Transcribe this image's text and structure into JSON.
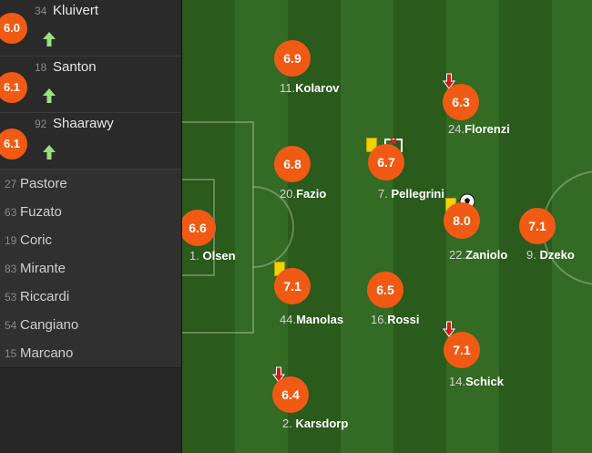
{
  "substitutes": [
    {
      "rating": "6.0",
      "number": "34",
      "name": "Kluivert"
    },
    {
      "rating": "6.1",
      "number": "18",
      "name": "Santon"
    },
    {
      "rating": "6.1",
      "number": "92",
      "name": "Shaarawy"
    }
  ],
  "bench": [
    {
      "number": "27",
      "name": "Pastore"
    },
    {
      "number": "63",
      "name": "Fuzato"
    },
    {
      "number": "19",
      "name": "Coric"
    },
    {
      "number": "83",
      "name": "Mirante"
    },
    {
      "number": "53",
      "name": "Riccardi"
    },
    {
      "number": "54",
      "name": "Cangiano"
    },
    {
      "number": "15",
      "name": "Marcano"
    }
  ],
  "players": {
    "olsen": {
      "rating": "6.6",
      "number": "1.",
      "name": "Olsen"
    },
    "kolarov": {
      "rating": "6.9",
      "number": "11.",
      "name": "Kolarov"
    },
    "fazio": {
      "rating": "6.8",
      "number": "20.",
      "name": "Fazio"
    },
    "manolas": {
      "rating": "7.1",
      "number": "44.",
      "name": "Manolas"
    },
    "karsdorp": {
      "rating": "6.4",
      "number": "2.",
      "name": "Karsdorp"
    },
    "pellegrini": {
      "rating": "6.7",
      "number": "7.",
      "name": "Pellegrini"
    },
    "rossi": {
      "rating": "6.5",
      "number": "16.",
      "name": "Rossi"
    },
    "florenzi": {
      "rating": "6.3",
      "number": "24.",
      "name": "Florenzi"
    },
    "zaniolo": {
      "rating": "8.0",
      "number": "22.",
      "name": "Zaniolo"
    },
    "schick": {
      "rating": "7.1",
      "number": "14.",
      "name": "Schick"
    },
    "dzeko": {
      "rating": "7.1",
      "number": "9.",
      "name": "Dzeko"
    }
  },
  "colors": {
    "rating": "#f05a14",
    "pitch_dark": "#2a5a1c",
    "pitch_light": "#336a24",
    "sub_in": "#9be07a",
    "sub_out": "#d11a1a",
    "yellow_card": "#f2d200"
  }
}
